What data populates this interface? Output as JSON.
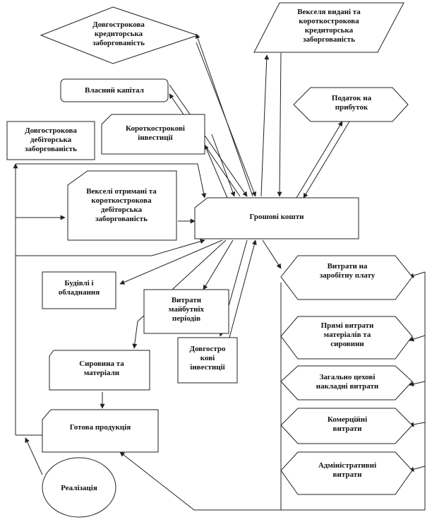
{
  "nodes": {
    "long_term_payables": [
      "Довгострокова",
      "кредиторська",
      "заборгованість"
    ],
    "bills_issued": [
      "Векселя видані та",
      "короткострокова",
      "кредиторська",
      "заборгованість"
    ],
    "own_capital": [
      "Власний капітал"
    ],
    "income_tax": [
      "Податок на",
      "прибуток"
    ],
    "short_term_investments": [
      "Короткострокові",
      "інвестиції"
    ],
    "long_term_receivables": [
      "Довгострокова",
      "дебіторська",
      "заборгованість"
    ],
    "bills_received": [
      "Векселі отримані та",
      "короткострокова",
      "дебіторська",
      "заборгованість"
    ],
    "cash": [
      "Грошові кошти"
    ],
    "buildings": [
      "Будівлі і",
      "обладнання"
    ],
    "future_expenses": [
      "Витрати",
      "майбутніх",
      "періодів"
    ],
    "wages": [
      "Витрати на",
      "заробітну плату"
    ],
    "materials_costs": [
      "Прямі витрати",
      "матеріалів та",
      "сировини"
    ],
    "overhead": [
      "Загально цехові",
      "накладні витрати"
    ],
    "long_term_investments": [
      "Довгостро",
      "кові",
      "інвестиції"
    ],
    "raw_materials": [
      "Сировина та",
      "матеріали"
    ],
    "commercial": [
      "Комерційні",
      "витрати"
    ],
    "finished_goods": [
      "Готова продукція"
    ],
    "administrative": [
      "Адміністративні",
      "витрати"
    ],
    "sales": [
      "Реалізація"
    ]
  }
}
